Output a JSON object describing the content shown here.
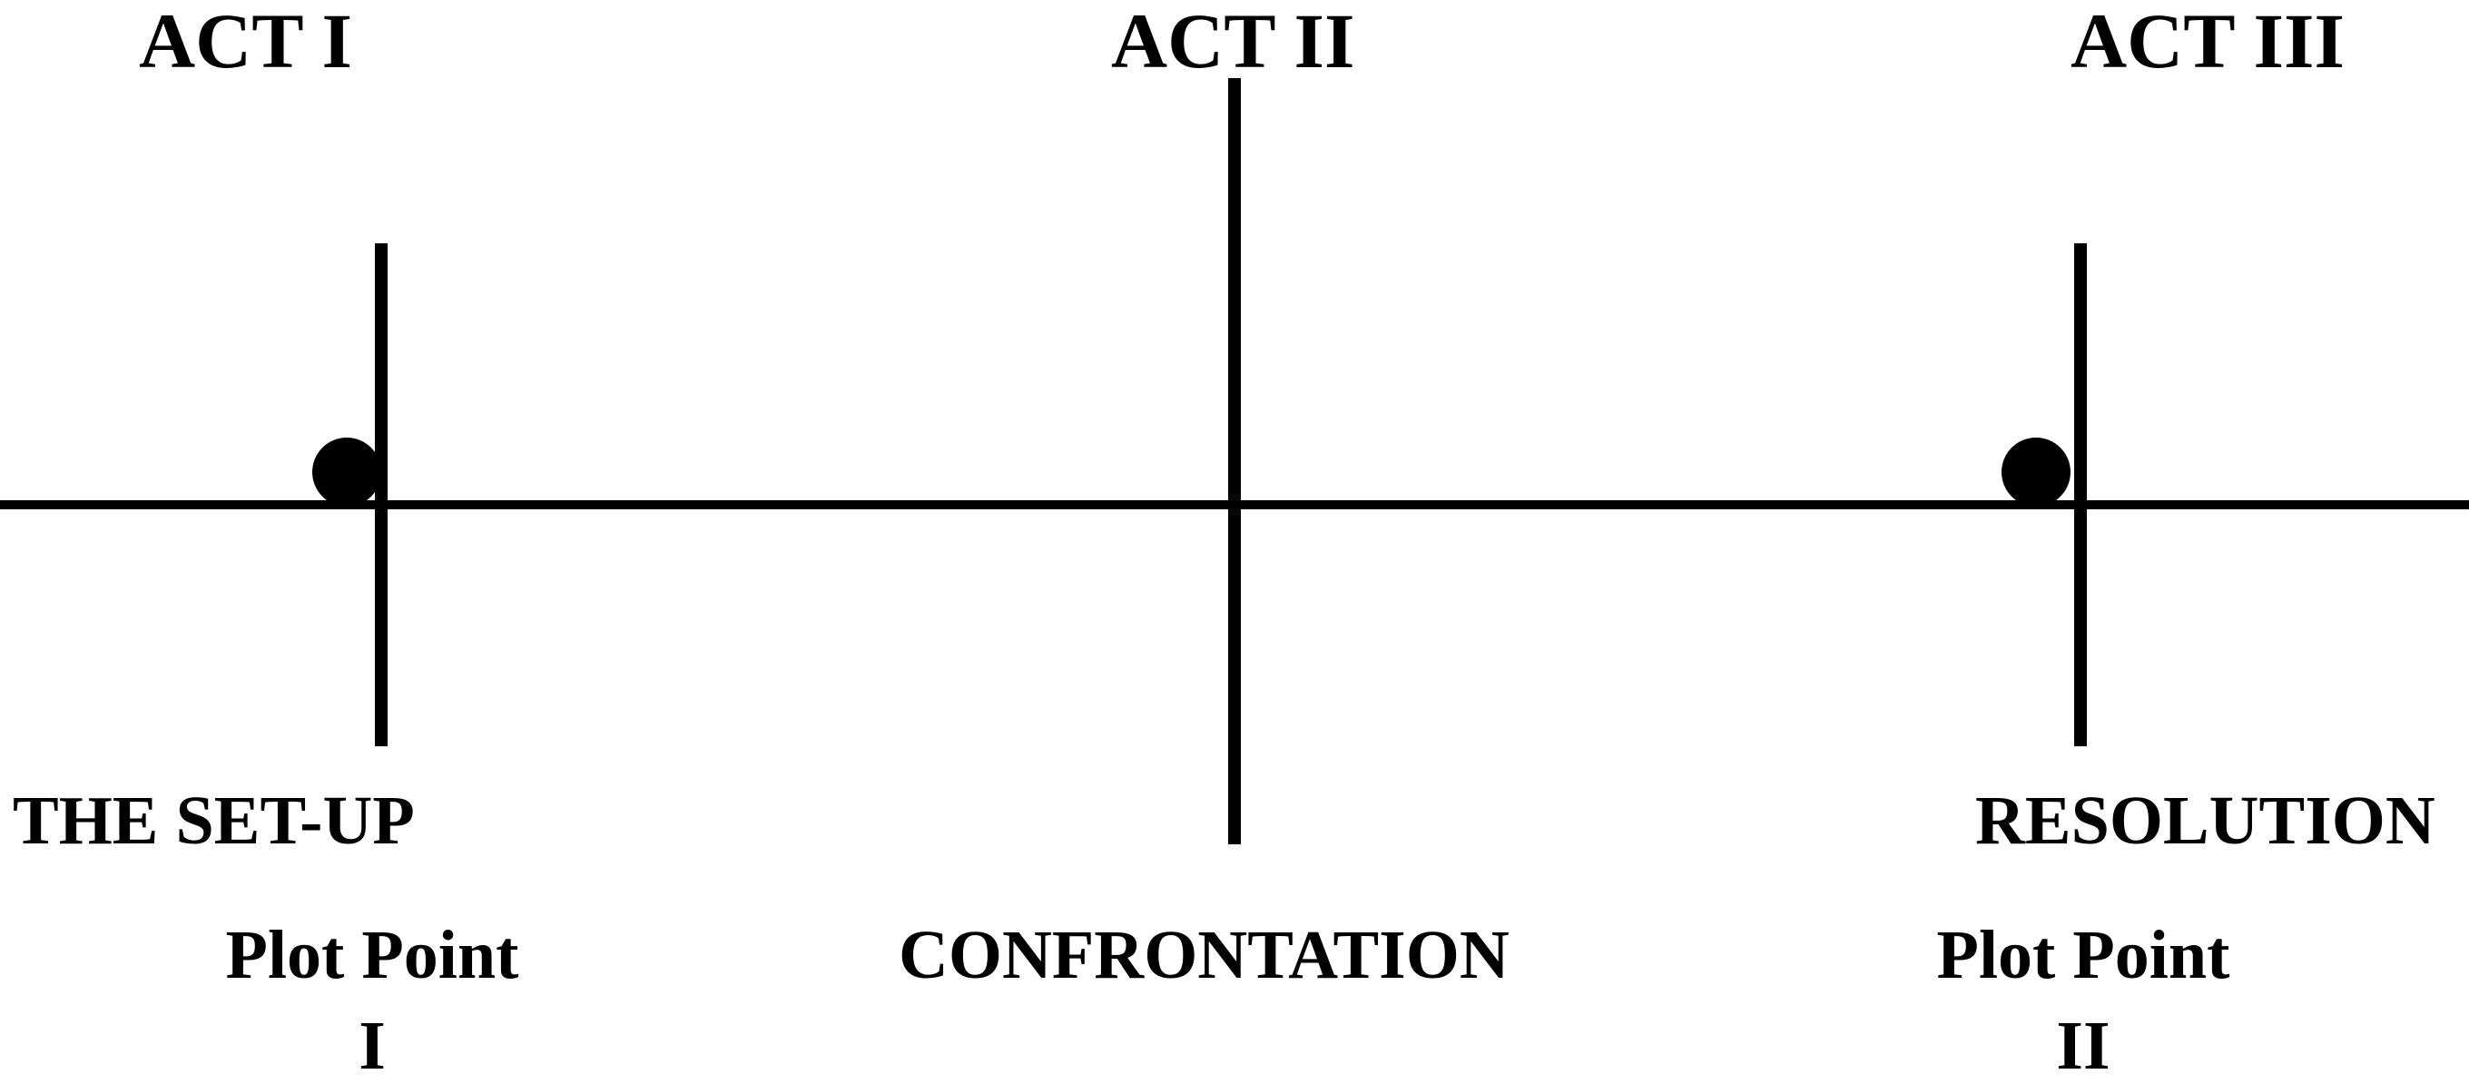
{
  "acts": [
    "ACT I",
    "ACT II",
    "ACT III"
  ],
  "phases": [
    "THE SET-UP",
    "CONFRONTATION",
    "RESOLUTION"
  ],
  "plot_points": [
    {
      "line1": "Plot Point",
      "line2": "I"
    },
    {
      "line1": "Plot Point",
      "line2": "II"
    }
  ],
  "colors": {
    "ink": "#000000",
    "background": "#ffffff"
  }
}
